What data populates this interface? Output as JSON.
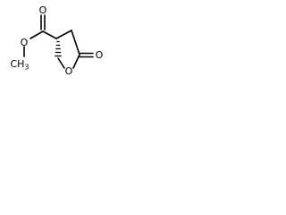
{
  "molecule": {
    "atoms": {
      "carbonyl_oxygen": "O",
      "ester_oxygen": "O",
      "methyl": "CH",
      "methyl_subscript": "3",
      "ring_oxygen": "O",
      "ketone_oxygen": "O"
    },
    "colors": {
      "bonds": "#000000",
      "labels": "#000000",
      "background": "#ffffff"
    }
  }
}
